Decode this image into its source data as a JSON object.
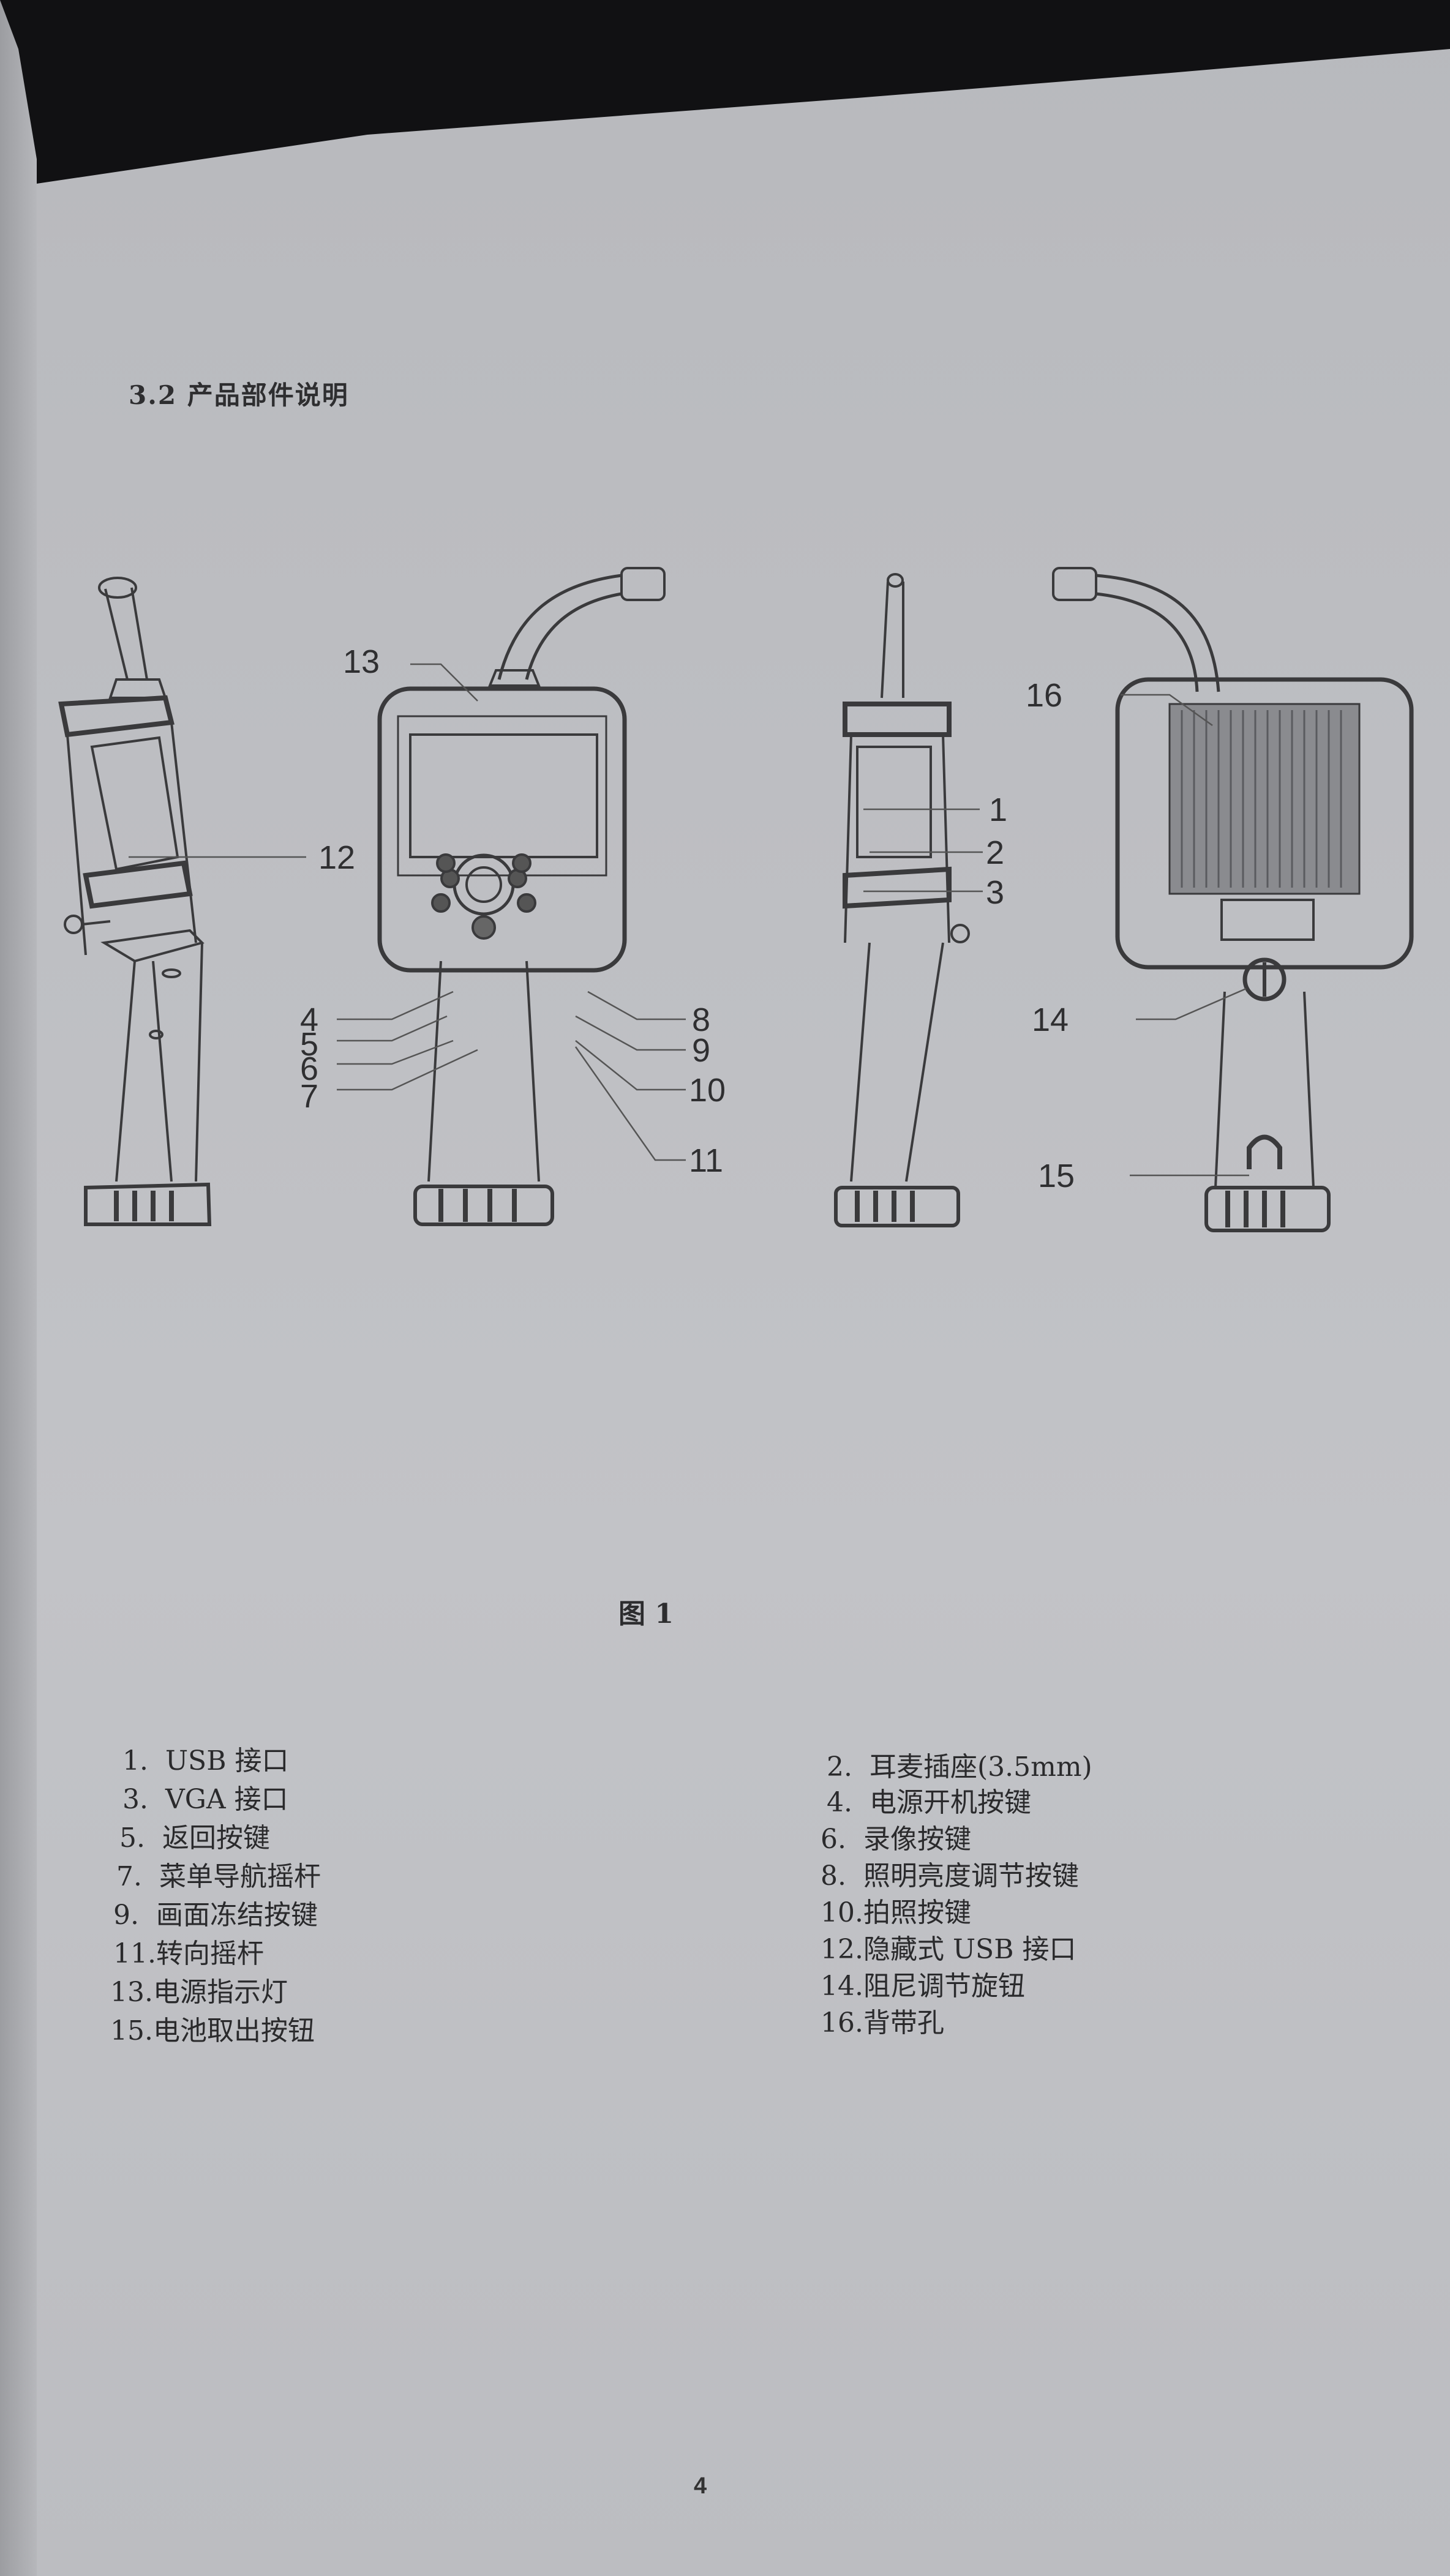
{
  "section": {
    "title": "3.2 产品部件说明"
  },
  "figure": {
    "views": [
      "side-left-view",
      "front-view",
      "side-right-view",
      "back-view"
    ],
    "callouts": {
      "c1": "1",
      "c2": "2",
      "c3": "3",
      "c4": "4",
      "c5": "5",
      "c6": "6",
      "c7": "7",
      "c8": "8",
      "c9": "9",
      "c10": "10",
      "c11": "11",
      "c12": "12",
      "c13": "13",
      "c14": "14",
      "c15": "15",
      "c16": "16"
    },
    "caption": "图 1"
  },
  "parts": {
    "left": [
      {
        "num": "1.",
        "label": "USB 接口"
      },
      {
        "num": "3.",
        "label": "VGA 接口"
      },
      {
        "num": "5.",
        "label": "返回按键"
      },
      {
        "num": "7.",
        "label": "菜单导航摇杆"
      },
      {
        "num": "9.",
        "label": "画面冻结按键"
      },
      {
        "num": "11.",
        "label": "转向摇杆"
      },
      {
        "num": "13.",
        "label": "电源指示灯"
      },
      {
        "num": "15.",
        "label": "电池取出按钮"
      }
    ],
    "right": [
      {
        "num": "2.",
        "label": "耳麦插座(3.5mm)"
      },
      {
        "num": "4.",
        "label": "电源开机按键"
      },
      {
        "num": "6.",
        "label": "录像按键"
      },
      {
        "num": "8.",
        "label": "照明亮度调节按键"
      },
      {
        "num": "10.",
        "label": "拍照按键"
      },
      {
        "num": "12.",
        "label": "隐藏式 USB 接口"
      },
      {
        "num": "14.",
        "label": "阻尼调节旋钮"
      },
      {
        "num": "16.",
        "label": "背带孔"
      }
    ]
  },
  "page_number": "4",
  "colors": {
    "paper": "#bfc0c4",
    "ink": "#2c2c2e",
    "backdrop": "#111113"
  }
}
